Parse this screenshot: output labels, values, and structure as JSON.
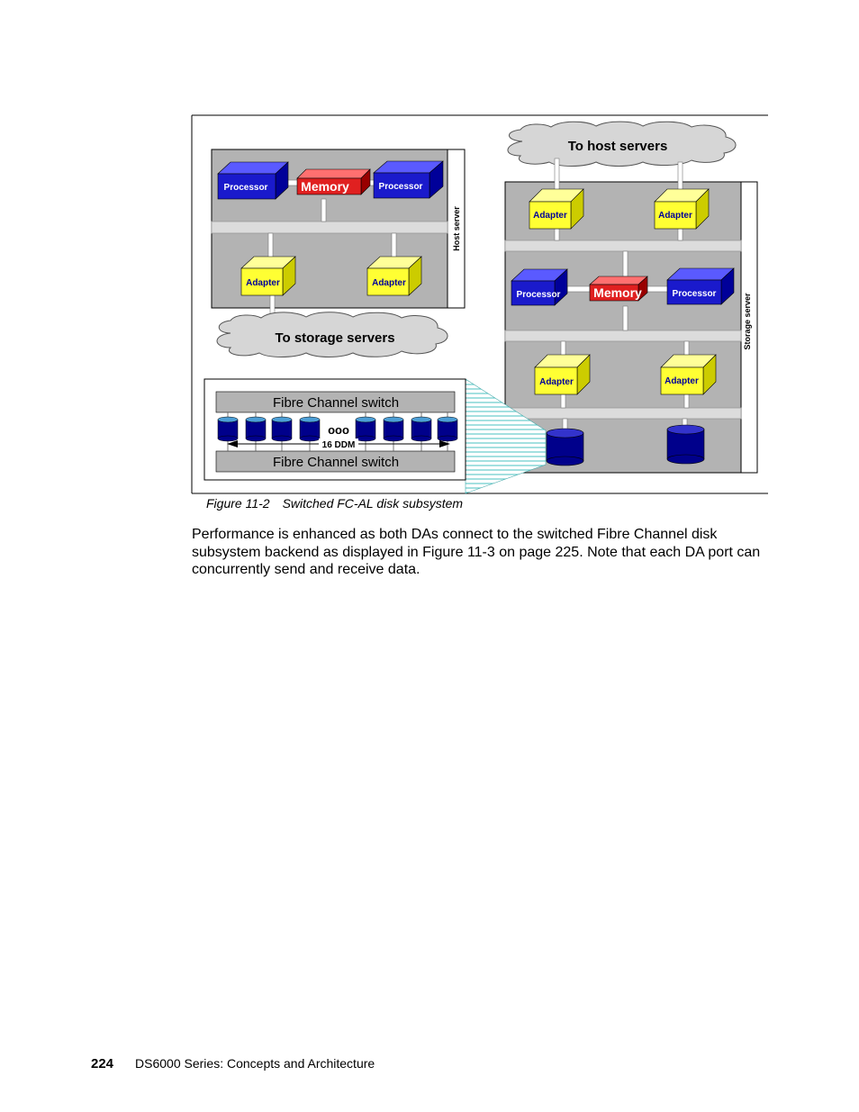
{
  "diagram": {
    "host_server": {
      "label": "Host server",
      "processor_left": "Processor",
      "memory": "Memory",
      "processor_right": "Processor",
      "adapter_left": "Adapter",
      "adapter_right": "Adapter"
    },
    "cloud_storage": "To storage servers",
    "cloud_host": "To host servers",
    "storage_server": {
      "label": "Storage server",
      "adapter_top_left": "Adapter",
      "adapter_top_right": "Adapter",
      "processor_left": "Processor",
      "memory": "Memory",
      "processor_right": "Processor",
      "adapter_bottom_left": "Adapter",
      "adapter_bottom_right": "Adapter"
    },
    "disk_subsystem": {
      "switch_top": "Fibre Channel switch",
      "switch_bottom": "Fibre Channel  switch",
      "ellipsis": "ooo",
      "ddm_label": "16 DDM"
    },
    "colors": {
      "processor": "#1a1acc",
      "memory": "#e02020",
      "adapter": "#ffff33",
      "disk": "#00008b",
      "server_bg": "#b3b3b3",
      "hatch": "#66cccc"
    }
  },
  "caption": {
    "number": "Figure 11-2",
    "title": "Switched FC-AL disk subsystem"
  },
  "body_text": "Performance is enhanced as both DAs connect to the switched Fibre Channel disk subsystem backend as displayed in Figure 11-3 on page 225. Note that each DA port can concurrently send and receive data.",
  "footer": {
    "page_number": "224",
    "book_title": "DS6000 Series: Concepts and Architecture"
  }
}
